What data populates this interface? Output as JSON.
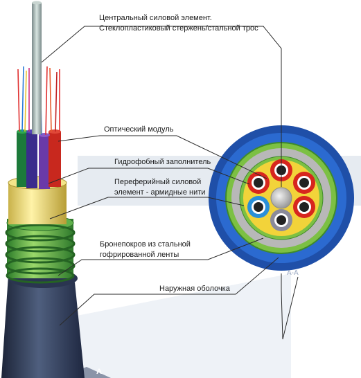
{
  "labels": {
    "central_line1": "Центральный силовой элемент.",
    "central_line2": "Стеклопластиковый стержень/стальной трос",
    "optical_module": "Оптический модуль",
    "hydrophobic": "Гидрофобный заполнитель",
    "peripheral_line1": "Переферийный силовой",
    "peripheral_line2": "элемент - армидные нити",
    "armor_line1": "Бронепокров из стальной",
    "armor_line2": "гофрированной ленты",
    "outer_sheath": "Наружная оболочка",
    "section_aa": "А-А",
    "section_a": "А"
  },
  "colors": {
    "sheath": "#1f4fa8",
    "armor": "#7cc043",
    "aramid": "#b8b8b8",
    "filler": "#f2d33a",
    "central": "#cfcfcf",
    "module_red": "#d7261e",
    "module_blue": "#2a8fd8",
    "module_gray": "#8a8a9a",
    "band": "#e6ebf1"
  }
}
